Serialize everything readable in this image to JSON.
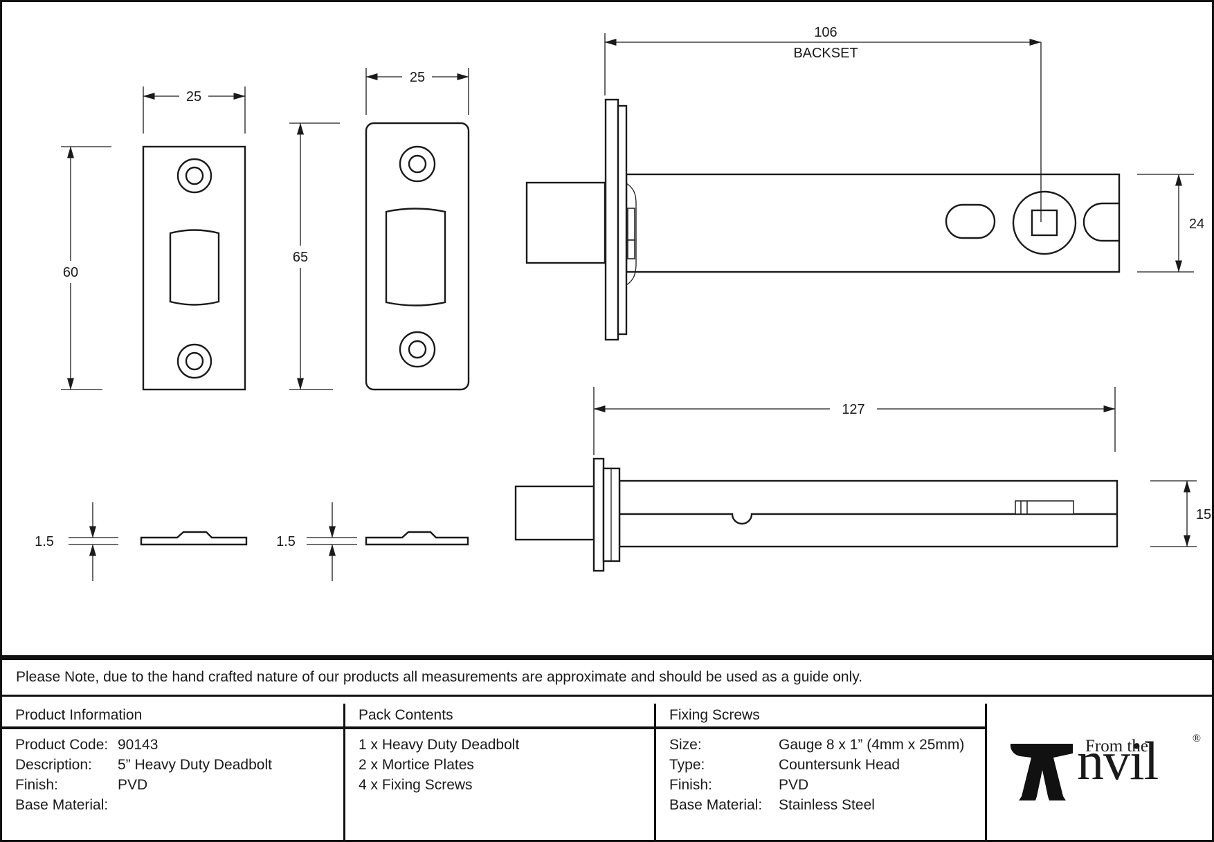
{
  "drawing": {
    "plate1": {
      "width_label": "25",
      "height_label": "60"
    },
    "plate2": {
      "width_label": "25",
      "height_label": "65"
    },
    "thin_plate1": {
      "thickness_label": "1.5"
    },
    "thin_plate2": {
      "thickness_label": "1.5"
    },
    "side_view": {
      "backset_value": "106",
      "backset_caption": "BACKSET",
      "height_label": "24"
    },
    "top_view": {
      "length_label": "127",
      "height_label": "15"
    }
  },
  "note": "Please Note, due to the hand crafted nature of our products all measurements are approximate and should be used as a guide only.",
  "table": {
    "product_information": {
      "header": "Product Information",
      "rows": [
        {
          "label": "Product Code:",
          "value": "90143"
        },
        {
          "label": "Description:",
          "value": "5” Heavy Duty Deadbolt"
        },
        {
          "label": "Finish:",
          "value": "PVD"
        },
        {
          "label": "Base Material:",
          "value": ""
        }
      ]
    },
    "pack_contents": {
      "header": "Pack Contents",
      "items": [
        "1 x Heavy Duty Deadbolt",
        "2 x Mortice Plates",
        "4 x Fixing Screws"
      ]
    },
    "fixing_screws": {
      "header": "Fixing Screws",
      "rows": [
        {
          "label": "Size:",
          "value": "Gauge 8 x 1” (4mm x 25mm)"
        },
        {
          "label": "Type:",
          "value": "Countersunk Head"
        },
        {
          "label": "Finish:",
          "value": "PVD"
        },
        {
          "label": "Base Material:",
          "value": "Stainless Steel"
        }
      ]
    },
    "logo": {
      "prefix": "From the",
      "name_rest": "nvil",
      "registered": "®"
    }
  },
  "colors": {
    "line": "#1a1a1a",
    "border": "#111111",
    "background": "#ffffff"
  }
}
